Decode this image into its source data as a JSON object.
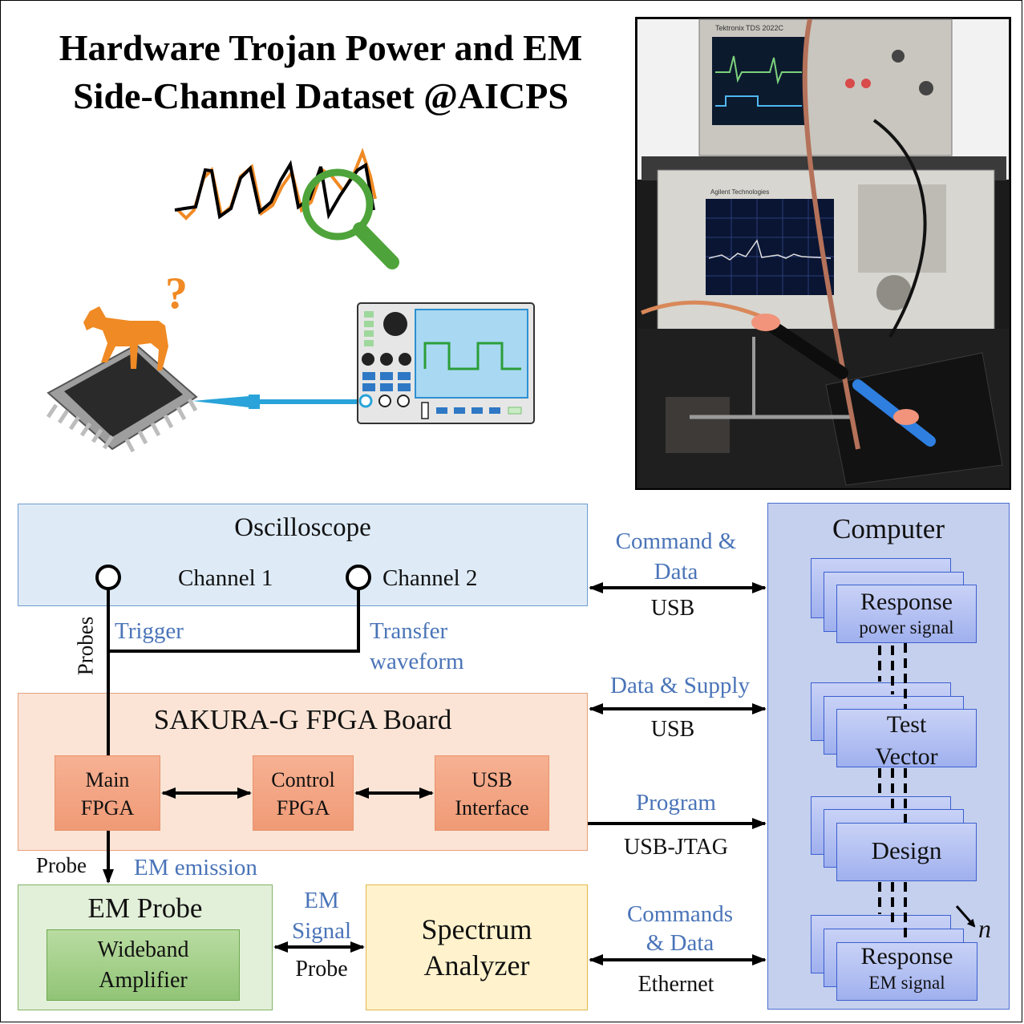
{
  "title": {
    "line1": "Hardware Trojan Power and EM",
    "line2": "Side-Channel Dataset @AICPS"
  },
  "question_mark": "?",
  "photo": {
    "scope_brand": "Tektronix",
    "scope_model": "TDS 2022C",
    "sa_brand": "Agilent Technologies"
  },
  "oscilloscope": {
    "title": "Oscilloscope",
    "channel1": "Channel 1",
    "channel2": "Channel 2"
  },
  "links": {
    "trigger": "Trigger",
    "probes": "Probes",
    "transfer_line1": "Transfer",
    "transfer_line2": "waveform",
    "cmd_data_line1": "Command &",
    "cmd_data_line2": "Data",
    "usb1": "USB",
    "data_supply": "Data & Supply",
    "usb2": "USB",
    "program": "Program",
    "usb_jtag": "USB-JTAG",
    "probe_em": "Probe",
    "em_emission": "EM emission",
    "em_signal_line1": "EM",
    "em_signal_line2": "Signal",
    "probe_sa": "Probe",
    "commands_line1": "Commands",
    "commands_line2": "& Data",
    "ethernet": "Ethernet"
  },
  "fpga_board": {
    "title": "SAKURA-G FPGA Board",
    "main_l1": "Main",
    "main_l2": "FPGA",
    "control_l1": "Control",
    "control_l2": "FPGA",
    "usb_l1": "USB",
    "usb_l2": "Interface"
  },
  "em_probe": {
    "title": "EM Probe",
    "amp_l1": "Wideband",
    "amp_l2": "Amplifier"
  },
  "spectrum": {
    "l1": "Spectrum",
    "l2": "Analyzer"
  },
  "computer": {
    "title": "Computer",
    "response_power_l1": "Response",
    "response_power_l2": "power signal",
    "test_vector_l1": "Test",
    "test_vector_l2": "Vector",
    "design": "Design",
    "response_em_l1": "Response",
    "response_em_l2": "EM signal",
    "n_label": "n"
  },
  "colors": {
    "osc_fill": "#deebf7",
    "osc_border": "#6f9bd0",
    "fpga_fill": "#fbe4d5",
    "fpga_border": "#e8a07c",
    "em_fill": "#e2efd9",
    "em_border": "#82b366",
    "amp_fill": "#a9d18e",
    "sa_fill": "#fff2cc",
    "sa_border": "#e0b84c",
    "comp_fill": "#c5d0ee",
    "comp_border": "#4a6fcf",
    "label_blue": "#4a74b8",
    "trojan_orange": "#f08a24",
    "magnifier_green": "#4ea43a"
  }
}
